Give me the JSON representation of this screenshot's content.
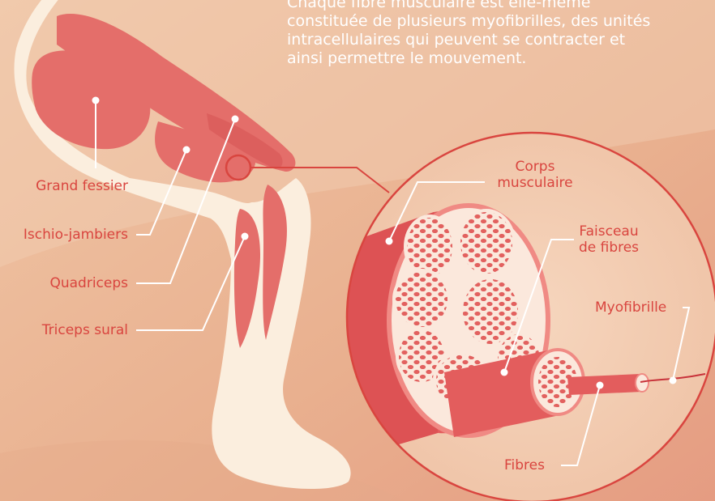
{
  "caption": {
    "lines": [
      "Chaque fibre musculaire est elle-même",
      "constituée de plusieurs myofibrilles, des unités",
      "intracellulaires qui peuvent se contracter et",
      "ainsi permettre le mouvement."
    ]
  },
  "labels": {
    "grand_fessier": "Grand fessier",
    "ischio_jambiers": "Ischio-jambiers",
    "quadriceps": "Quadriceps",
    "triceps_sural": "Triceps sural",
    "corps_musculaire": [
      "Corps",
      "musculaire"
    ],
    "faisceau_de_fibres": [
      "Faisceau",
      "de fibres"
    ],
    "myofibrille": "Myofibrille",
    "fibres": "Fibres"
  },
  "colors": {
    "background": "#ebb596",
    "muscle": "#e46e6a",
    "muscle_dark": "#cd4d4f",
    "skin": "#fbeede",
    "accent": "#d9453f"
  }
}
